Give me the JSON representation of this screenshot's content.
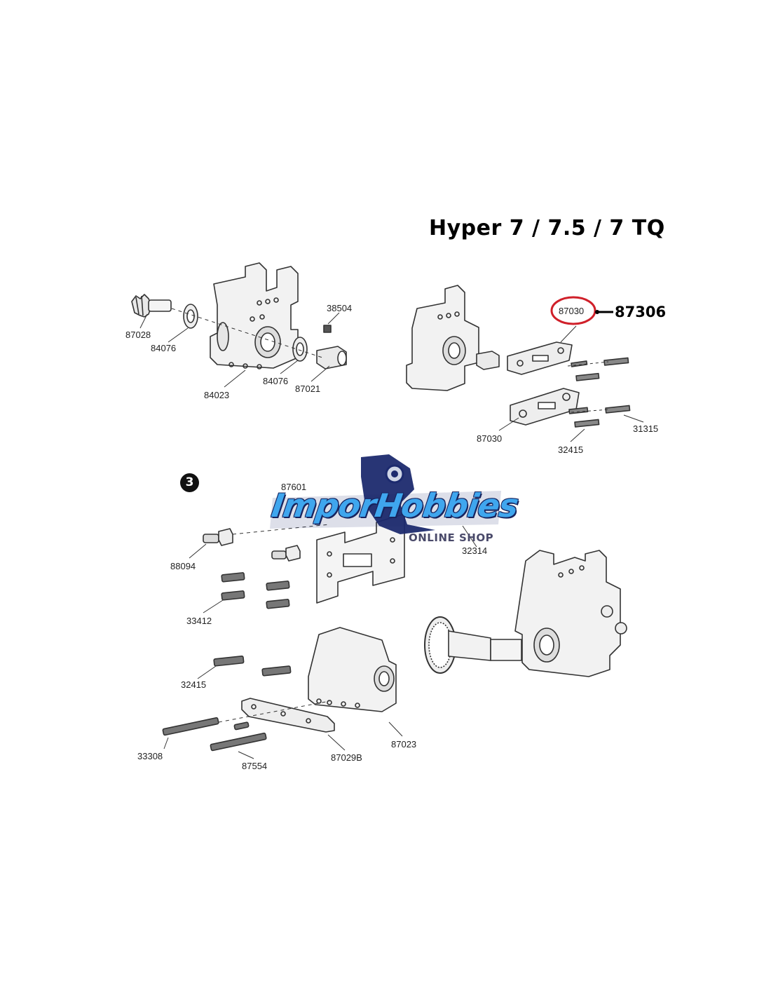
{
  "title": "Hyper 7 / 7.5 / 7 TQ",
  "highlight": {
    "part": "87030",
    "replacement": "87306",
    "color": "#d0202a"
  },
  "step_number": "3",
  "watermark": {
    "brand": "ImporHobbies",
    "subtitle": "ONLINE SHOP",
    "color": "#3fa6ee",
    "outline_color": "#17245e"
  },
  "parts": {
    "p87028": "87028",
    "p84076a": "84076",
    "p84023": "84023",
    "p84076b": "84076",
    "p38504": "38504",
    "p87021": "87021",
    "p87030": "87030",
    "p31315": "31315",
    "p32415a": "32415",
    "p87601": "87601",
    "p32314": "32314",
    "p88094": "88094",
    "p33412": "33412",
    "p32415b": "32415",
    "p33308": "33308",
    "p87554": "87554",
    "p87029B": "87029B",
    "p87023": "87023"
  }
}
